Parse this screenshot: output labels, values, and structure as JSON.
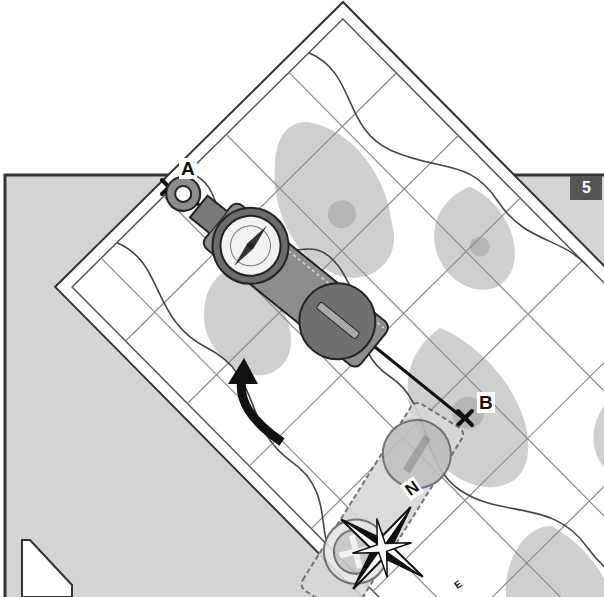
{
  "diagram": {
    "labels": [
      "5",
      "A",
      "B",
      "N",
      "E"
    ]
  }
}
